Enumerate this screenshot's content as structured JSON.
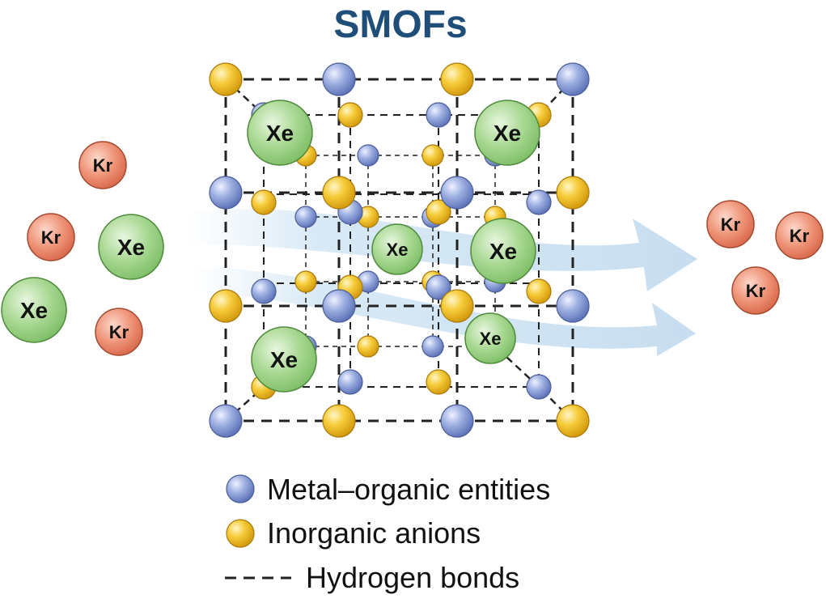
{
  "title": "SMOFs",
  "colors": {
    "title": "#1f4e79",
    "metal_organic": "#8fa3d9",
    "inorganic_anion": "#f2c230",
    "xenon": "#9fd08a",
    "krypton": "#ee8f72",
    "bond": "#222222",
    "flow": "#cfe3f1"
  },
  "atoms": {
    "xe": "Xe",
    "kr": "Kr"
  },
  "legend": {
    "metal_organic": "Metal–organic entities",
    "anions": "Inorganic anions",
    "hbonds": "Hydrogen bonds"
  }
}
